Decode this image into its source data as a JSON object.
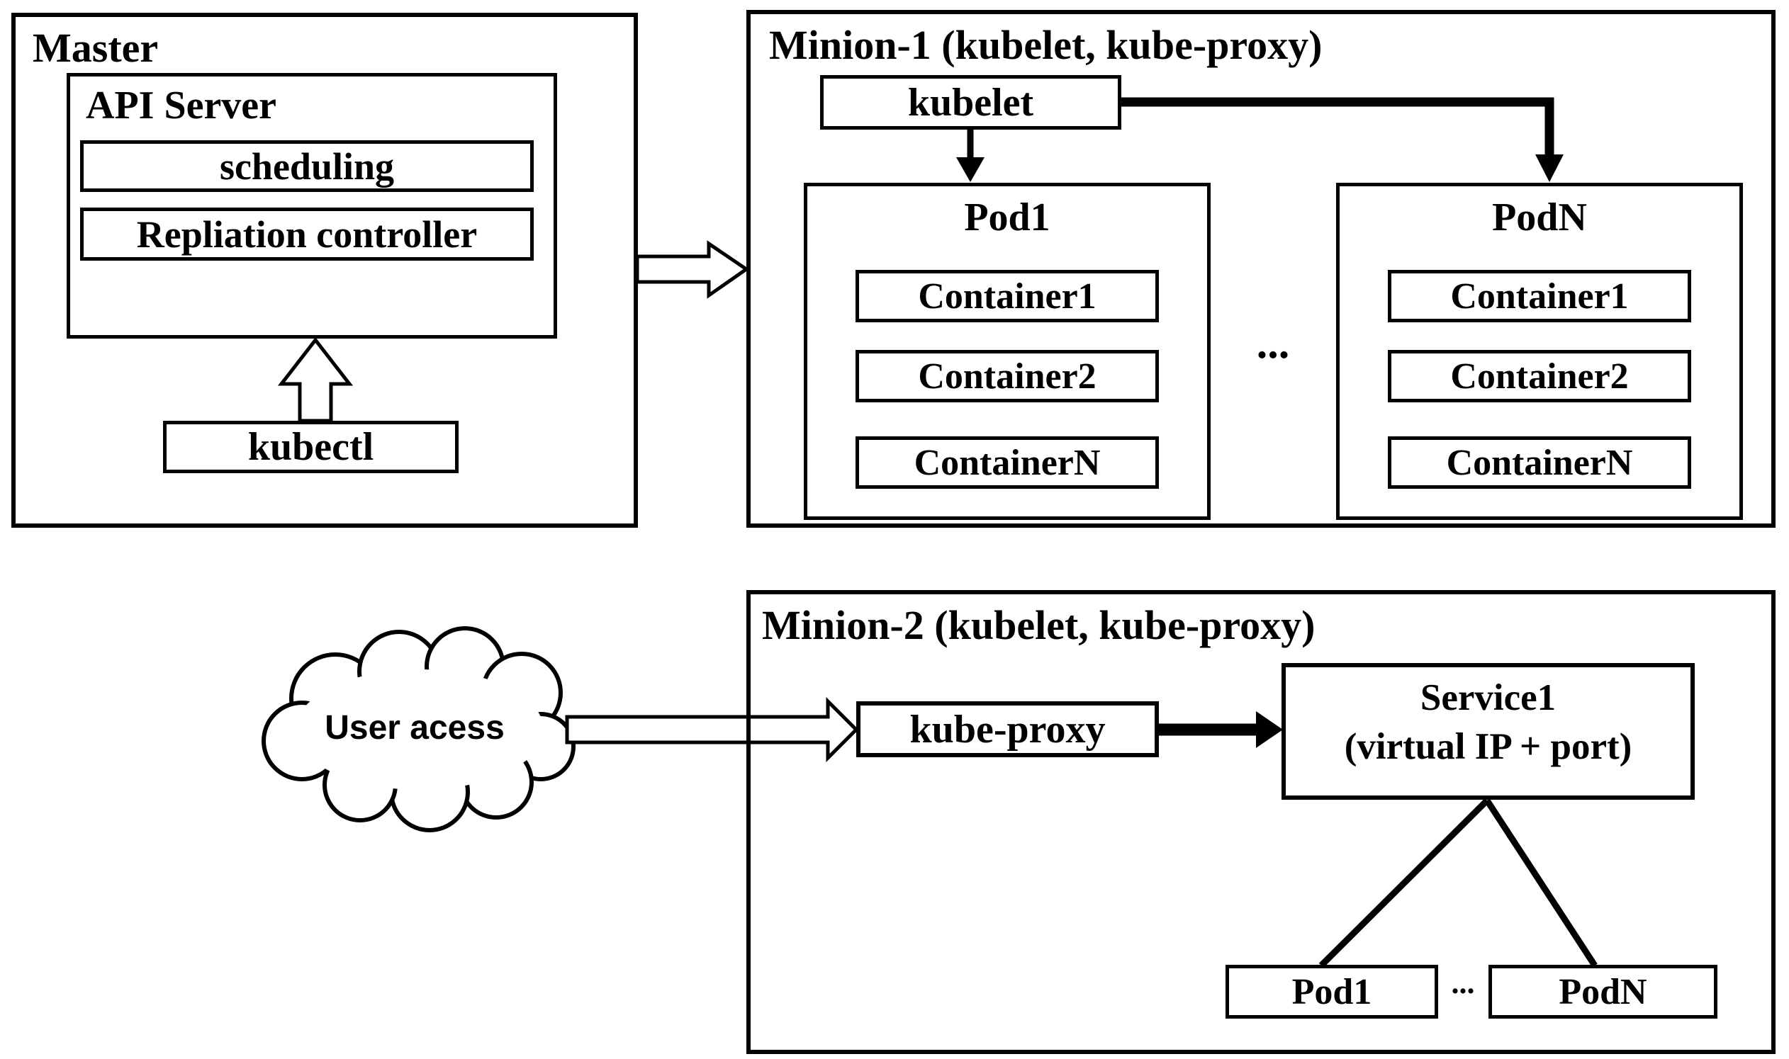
{
  "colors": {
    "line": "#000000",
    "background": "#ffffff"
  },
  "master": {
    "title": "Master",
    "api_server": {
      "title": "API Server",
      "scheduling": "scheduling",
      "replication": "Repliation controller"
    },
    "kubectl": "kubectl"
  },
  "minion1": {
    "title": "Minion-1 (kubelet, kube-proxy)",
    "kubelet": "kubelet",
    "ellipsis": "...",
    "pods": [
      {
        "name": "Pod1",
        "containers": [
          "Container1",
          "Container2",
          "ContainerN"
        ]
      },
      {
        "name": "PodN",
        "containers": [
          "Container1",
          "Container2",
          "ContainerN"
        ]
      }
    ]
  },
  "minion2": {
    "title": "Minion-2 (kubelet, kube-proxy)",
    "kube_proxy": "kube-proxy",
    "service": {
      "name": "Service1",
      "detail": "(virtual IP + port)"
    },
    "ellipsis": "...",
    "pods": [
      "Pod1",
      "PodN"
    ]
  },
  "cloud": {
    "label": "User acess"
  }
}
